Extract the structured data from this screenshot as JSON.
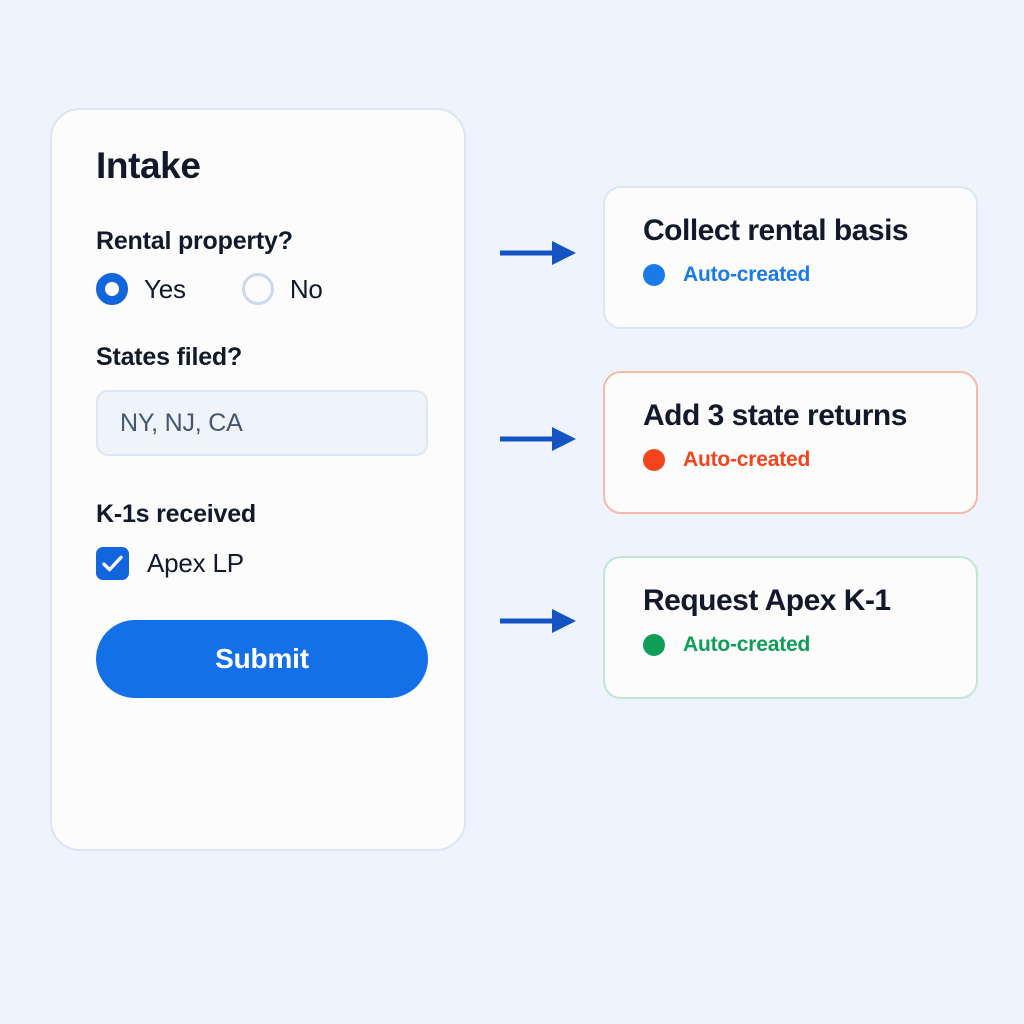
{
  "theme": {
    "page_background": "#eef3fd",
    "card_background": "#fcfcfd",
    "accent_blue": "#1370e8",
    "text_dark": "#12192a",
    "arrow_color": "#1453c4"
  },
  "form": {
    "title": "Intake",
    "rental": {
      "label": "Rental property?",
      "options": [
        {
          "label": "Yes",
          "selected": true
        },
        {
          "label": "No",
          "selected": false
        }
      ]
    },
    "states": {
      "label": "States filed?",
      "value": "NY, NJ, CA",
      "placeholder": "NY, NJ, CA"
    },
    "k1s": {
      "label": "K-1s received",
      "checkbox_label": "Apex LP",
      "checked": true
    },
    "submit_label": "Submit"
  },
  "outcomes": [
    {
      "title": "Collect rental basis",
      "status": "Auto-created",
      "status_color": "#1a7ae8",
      "border_color": "#dbe6f5",
      "dot_color": "#1a7ae8"
    },
    {
      "title": "Add 3 state returns",
      "status": "Auto-created",
      "status_color": "#f4441d",
      "border_color": "#f6b9a6",
      "dot_color": "#f4441d"
    },
    {
      "title": "Request Apex K-1",
      "status": "Auto-created",
      "status_color": "#0f9d58",
      "border_color": "#bfe7d2",
      "dot_color": "#0f9d58"
    }
  ],
  "arrows": [
    {
      "name": "arrow-to-collect-rental-basis"
    },
    {
      "name": "arrow-to-add-state-returns"
    },
    {
      "name": "arrow-to-request-apex-k1"
    }
  ]
}
